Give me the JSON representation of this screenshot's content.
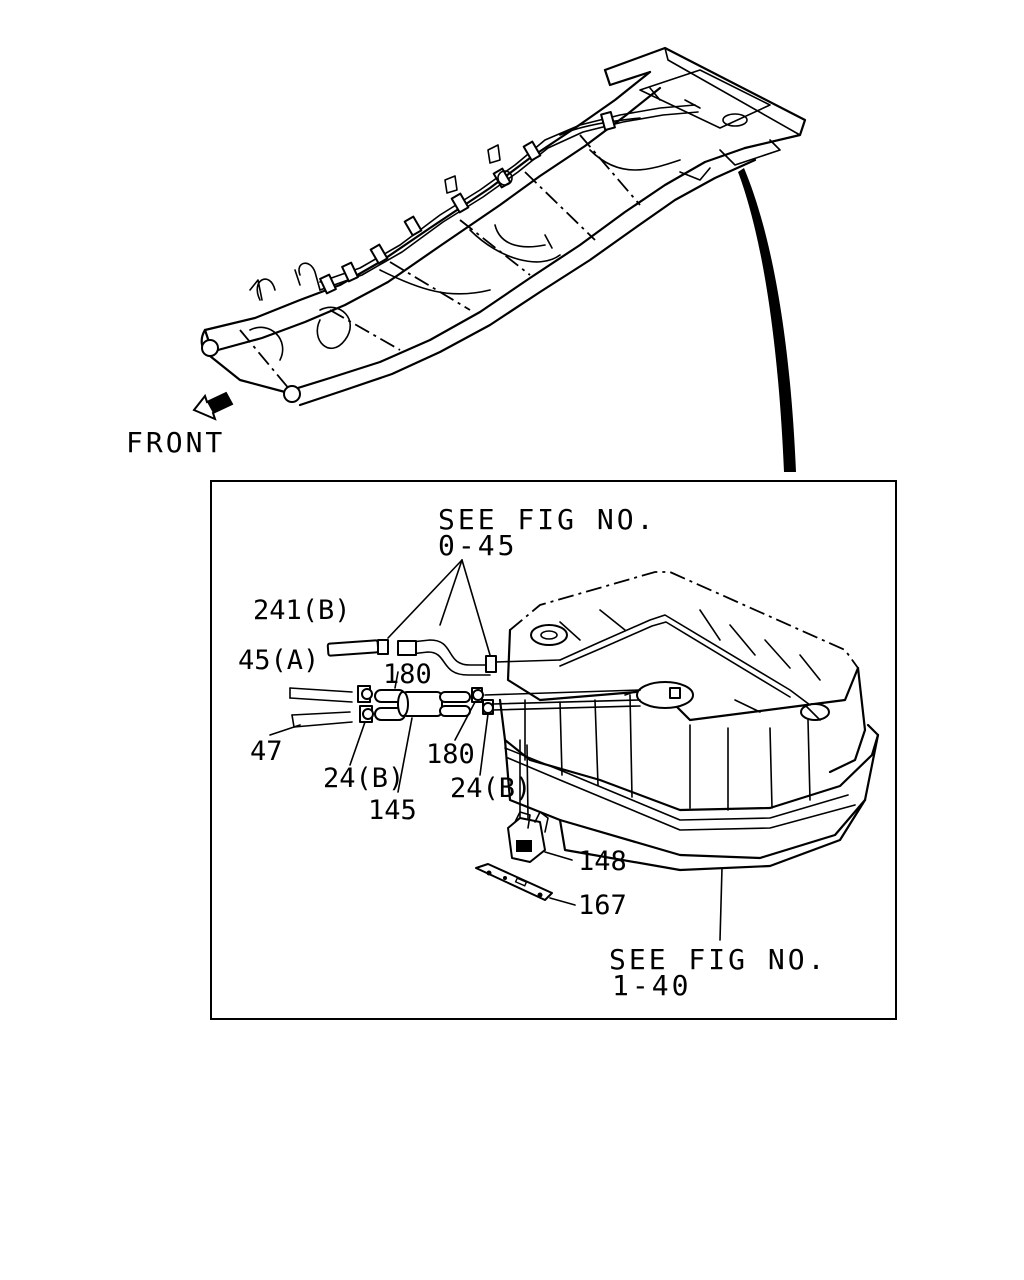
{
  "front_label": "FRONT",
  "see_fig_top": {
    "line1": "SEE FIG NO.",
    "line2": "0-45"
  },
  "see_fig_bottom": {
    "line1": "SEE FIG NO.",
    "line2": "1-40"
  },
  "callouts": {
    "p241b": "241(B)",
    "p45a": "45(A)",
    "p180a": "180",
    "p47": "47",
    "p24b_left": "24(B)",
    "p145": "145",
    "p180b": "180",
    "p24b_right": "24(B)",
    "p148": "148",
    "p167": "167"
  }
}
